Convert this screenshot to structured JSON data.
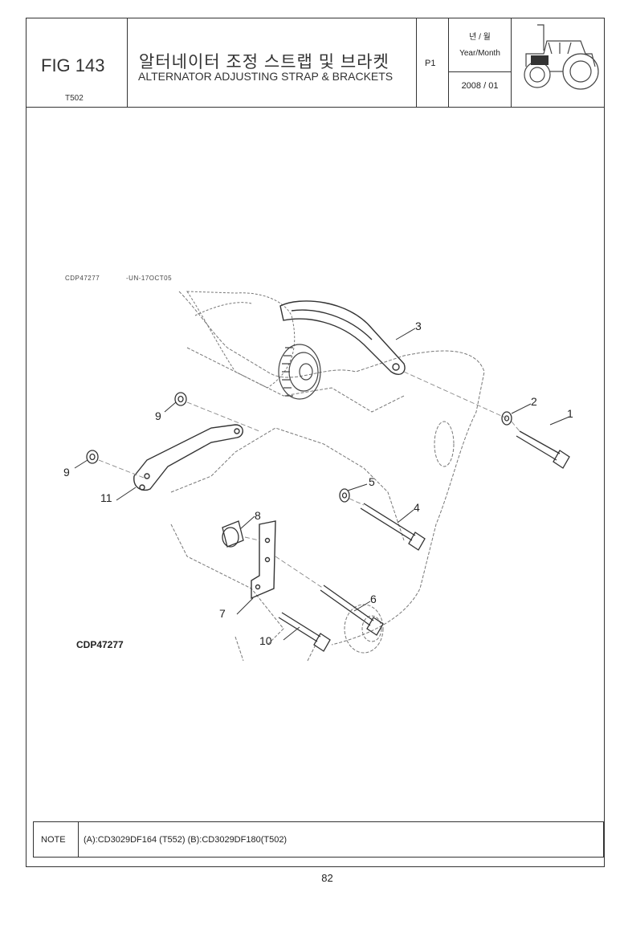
{
  "header": {
    "fig_code": "FIG 143",
    "model": "T502",
    "title_ko": "알터네이터 조정 스트랩 및 브라켓",
    "title_en": "ALTERNATOR ADJUSTING STRAP & BRACKETS",
    "page": "P1",
    "ym_ko": "년 / 월",
    "ym_en": "Year/Month",
    "date": "2008 / 01",
    "icon": "tractor-icon"
  },
  "drawing": {
    "ref_small": "CDP47277",
    "ref_small_suffix": "-UN-17OCT05",
    "ref_big": "CDP47277",
    "callouts": [
      "1",
      "2",
      "3",
      "4",
      "5",
      "6",
      "7",
      "8",
      "9",
      "9",
      "10",
      "11"
    ]
  },
  "note": {
    "label": "NOTE",
    "text": "(A):CD3029DF164 (T552)  (B):CD3029DF180(T502)"
  },
  "footer": {
    "page_number": "82"
  }
}
